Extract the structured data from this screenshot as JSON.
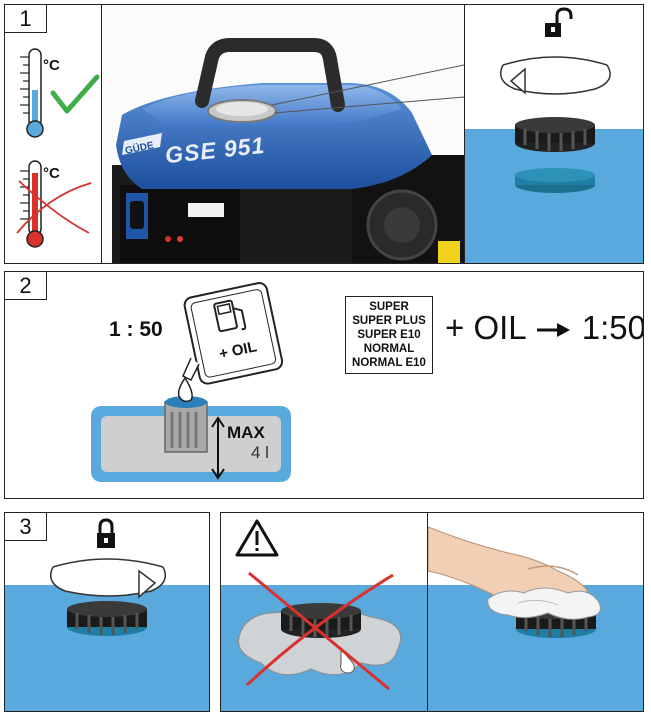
{
  "steps": [
    {
      "number": "1"
    },
    {
      "number": "2"
    },
    {
      "number": "3"
    }
  ],
  "step1": {
    "unit_ok": "°C",
    "unit_bad": "°C",
    "generator_brand": "GÜDE",
    "generator_model": "GSE 951"
  },
  "step2": {
    "ratio": "1 : 50",
    "canister_label": "+ OIL",
    "max_label": "MAX",
    "max_volume": "4 l",
    "fuels": [
      "SUPER",
      "SUPER PLUS",
      "SUPER E10",
      "NORMAL",
      "NORMAL E10"
    ],
    "formula_left": "+ OIL",
    "formula_right": "1:50"
  },
  "colors": {
    "water_blue": "#59a9dc",
    "generator_blue": "#2f6fc4",
    "check_green": "#3fae49",
    "cross_red": "#d9322e"
  },
  "icons": [
    "unlock-icon",
    "lock-icon",
    "warning-icon",
    "thermometer-icon",
    "check-icon",
    "cross-icon",
    "arrow-right-icon"
  ]
}
